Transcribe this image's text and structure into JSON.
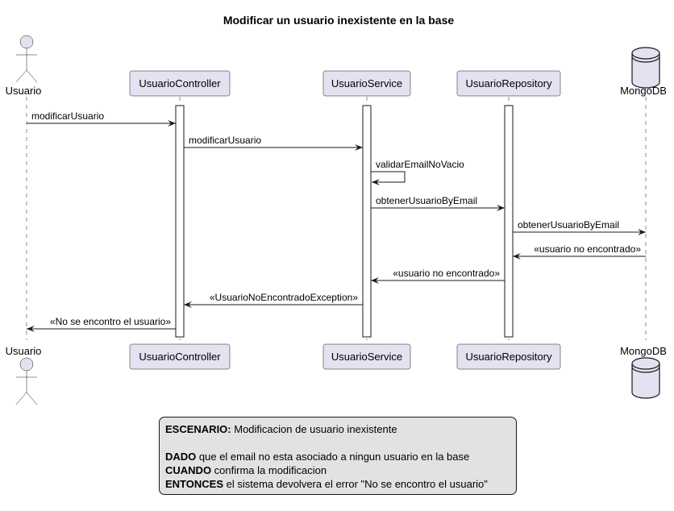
{
  "title": "Modificar un usuario inexistente en la base",
  "participants": [
    {
      "id": "usuario",
      "label": "Usuario",
      "kind": "actor"
    },
    {
      "id": "controller",
      "label": "UsuarioController",
      "kind": "participant"
    },
    {
      "id": "service",
      "label": "UsuarioService",
      "kind": "participant"
    },
    {
      "id": "repository",
      "label": "UsuarioRepository",
      "kind": "participant"
    },
    {
      "id": "mongodb",
      "label": "MongoDB",
      "kind": "database"
    }
  ],
  "messages": [
    {
      "from": "usuario",
      "to": "controller",
      "label": "modificarUsuario"
    },
    {
      "from": "controller",
      "to": "service",
      "label": "modificarUsuario"
    },
    {
      "from": "service",
      "to": "service",
      "label": "validarEmailNoVacio"
    },
    {
      "from": "service",
      "to": "repository",
      "label": "obtenerUsuarioByEmail"
    },
    {
      "from": "repository",
      "to": "mongodb",
      "label": "obtenerUsuarioByEmail"
    },
    {
      "from": "mongodb",
      "to": "repository",
      "label": "«usuario no encontrado»"
    },
    {
      "from": "repository",
      "to": "service",
      "label": "«usuario no encontrado»"
    },
    {
      "from": "service",
      "to": "controller",
      "label": "«UsuarioNoEncontradoException»"
    },
    {
      "from": "controller",
      "to": "usuario",
      "label": "«No se encontro el usuario»"
    }
  ],
  "note": {
    "escenario_key": "ESCENARIO:",
    "escenario_text": " Modificacion de usuario inexistente",
    "dado_key": "DADO",
    "dado_text": " que el email no esta asociado a ningun usuario en la base",
    "cuando_key": "CUANDO",
    "cuando_text": " confirma la modificacion",
    "entonces_key": "ENTONCES",
    "entonces_text": " el sistema devolvera el error \"No se encontro el usuario\""
  }
}
